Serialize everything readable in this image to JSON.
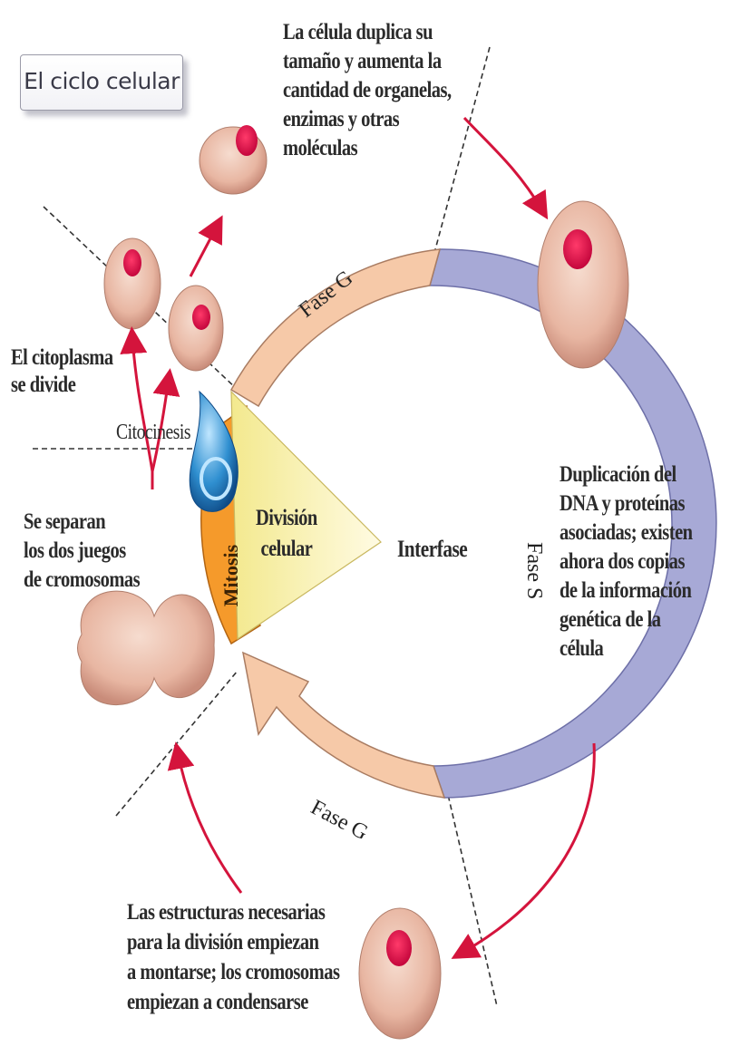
{
  "title": "El ciclo celular",
  "labels": {
    "g1_top": "La célula duplica su\ntamaño y aumenta la\ncantidad de organelas,\nenzimas y otras\nmoléculas",
    "s_phase_desc": "Duplicación del\nDNA y proteínas\nasociadas; existen\nahora dos copias\nde la información\ngenética de la célula",
    "g2_desc": "Las estructuras necesarias\npara la división empiezan\na montarse; los cromosomas\nempiezan a condensarse",
    "cytoplasm": "El citoplasma\nse divide",
    "cytokinesis": "Citocinesis",
    "chromosomes": "Se separan\nlos dos juegos\nde cromosomas",
    "division": "División\ncelular",
    "interphase": "Interfase"
  },
  "ring_labels": {
    "fase_g_top": "Fase G",
    "fase_s": "Fase S",
    "fase_g_bottom": "Fase G",
    "mitosis": "Mitosis"
  },
  "colors": {
    "g_phase": "#f6c9a8",
    "s_phase": "#a7a9d6",
    "mitosis": "#f59a2b",
    "cell": "#e9b7a3",
    "nucleus": "#e0205a",
    "arrow": "#d4143c",
    "division_wedge": "#fbf5c6"
  }
}
